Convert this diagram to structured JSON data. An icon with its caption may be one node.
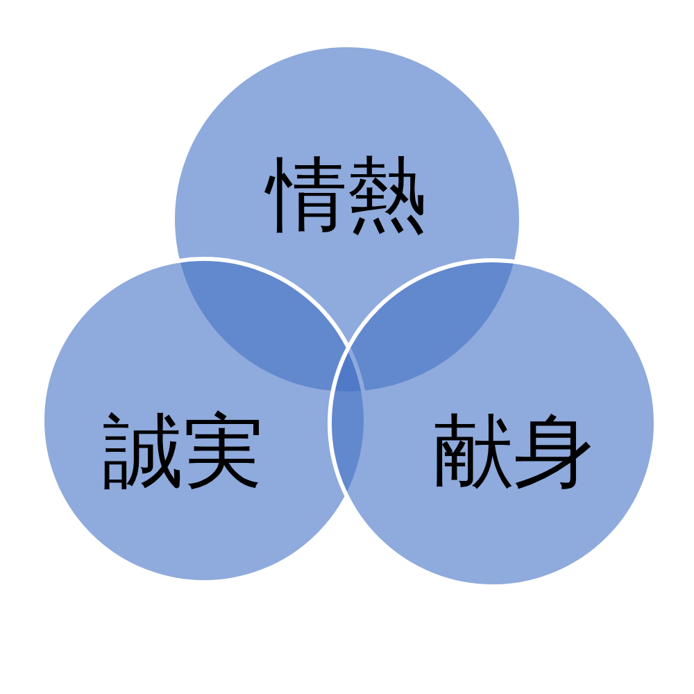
{
  "diagram": {
    "nodes": [
      {
        "text": [
          "情熱"
        ]
      },
      {
        "text": [
          "誠実"
        ]
      },
      {
        "text": [
          "献身"
        ]
      }
    ]
  }
}
